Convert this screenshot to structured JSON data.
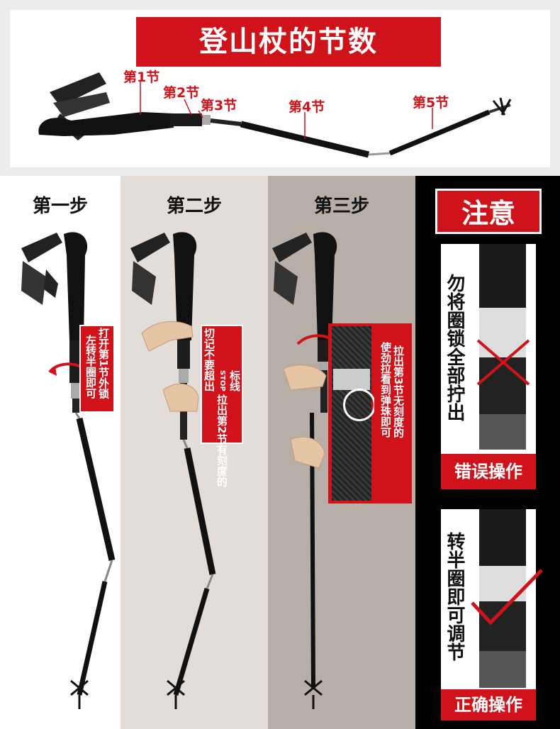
{
  "header": {
    "title": "登山杖的节数",
    "segments": [
      "第1节",
      "第2节",
      "第3节",
      "第4节",
      "第5节"
    ]
  },
  "steps": [
    {
      "title": "第一步",
      "note_lines": [
        "左转半圈即可",
        "打开第1节外锁"
      ]
    },
    {
      "title": "第二步",
      "note_lines": [
        "切记不要超出",
        "STOP",
        "标线",
        "拉出第2节有刻度的"
      ]
    },
    {
      "title": "第三步",
      "note_lines": [
        "使劲拉看到弹珠即可",
        "拉出第3节无刻度的"
      ]
    }
  ],
  "caution": {
    "title": "注意",
    "wrong": {
      "side_text": "勿将圈锁全部拧出",
      "label": "错误操作"
    },
    "right": {
      "side_text": "转半圈即可调节",
      "label": "正确操作"
    }
  },
  "colors": {
    "accent": "#d0121b",
    "dark": "#000000"
  }
}
